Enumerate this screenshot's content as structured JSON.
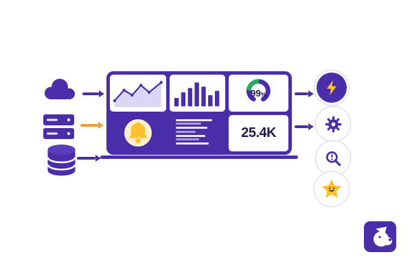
{
  "colors": {
    "purple": "#4A2DA8",
    "navy": "#1F1B4E",
    "yellow": "#FFC02E",
    "orange": "#F59E2D",
    "green": "#2FA860",
    "cream": "#FBEFD0",
    "lavender": "#DCD6F5"
  },
  "sources": [
    {
      "icon": "cloud"
    },
    {
      "icon": "server-stack"
    },
    {
      "icon": "database"
    }
  ],
  "flow": {
    "left_arrow_colors": [
      "purple",
      "orange",
      "purple"
    ],
    "right_arrow_colors": [
      "purple",
      "purple"
    ]
  },
  "dashboard": {
    "gauge": {
      "value": "99",
      "unit": "%"
    },
    "metric": {
      "value": "25.4K"
    },
    "line_chart": {
      "points": [
        [
          7,
          37
        ],
        [
          21,
          22
        ],
        [
          33,
          29
        ],
        [
          46,
          15
        ],
        [
          58,
          25
        ],
        [
          76,
          11
        ]
      ]
    },
    "bar_chart": {
      "heights": [
        12,
        20,
        26,
        34,
        28,
        16,
        22
      ]
    },
    "log_lines": [
      {
        "width": 84,
        "tone": "bright"
      },
      {
        "width": 58,
        "tone": "dim"
      },
      {
        "width": 72,
        "tone": "bright"
      },
      {
        "width": 46,
        "tone": "dim"
      },
      {
        "width": 68,
        "tone": "bright"
      },
      {
        "width": 54,
        "tone": "dim"
      },
      {
        "width": 76,
        "tone": "bright"
      }
    ]
  },
  "outputs": [
    {
      "icon": "lightning-bolt"
    },
    {
      "icon": "gear"
    },
    {
      "icon": "magnifier-alert"
    },
    {
      "icon": "star"
    }
  ],
  "logo": {
    "icon": "datadog-dog"
  }
}
